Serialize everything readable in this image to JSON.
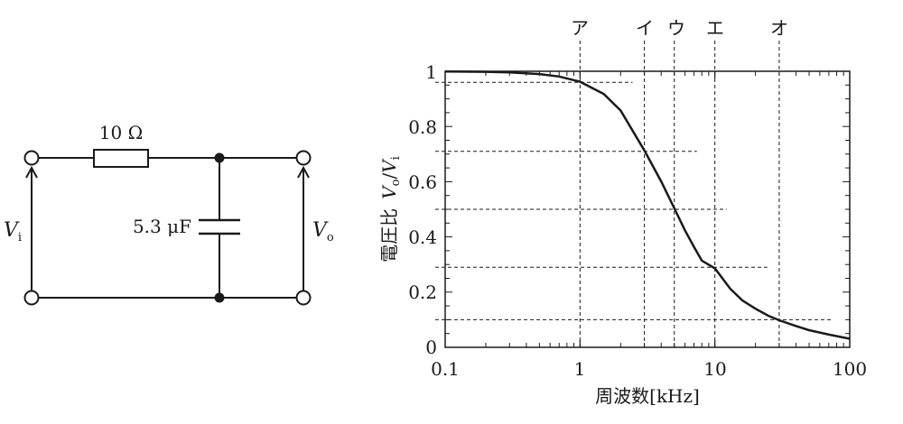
{
  "circuit": {
    "resistor_label": "10 Ω",
    "capacitor_label": "5.3 μF",
    "input_label": "V",
    "input_sub": "i",
    "output_label": "V",
    "output_sub": "o"
  },
  "chart_data": {
    "type": "line",
    "xscale": "log",
    "xlim": [
      0.1,
      100
    ],
    "ylim": [
      0,
      1
    ],
    "xticks": [
      "0.1",
      "1",
      "10",
      "100"
    ],
    "yticks": [
      "0",
      "0.2",
      "0.4",
      "0.6",
      "0.8",
      "1"
    ],
    "xlabel": "周波数[kHz]",
    "ylabel": {
      "prefix": "電圧比",
      "num": "V",
      "num_sub": "o",
      "slash": "/",
      "den": "V",
      "den_sub": "i"
    },
    "series": [
      {
        "x": [
          0.1,
          0.2,
          0.3,
          0.5,
          0.7,
          1,
          1.5,
          2,
          3,
          4,
          5,
          6,
          7,
          8,
          10,
          13,
          16,
          20,
          25,
          30,
          40,
          50,
          70,
          100
        ],
        "y": [
          0.999,
          0.998,
          0.996,
          0.99,
          0.981,
          0.962,
          0.918,
          0.858,
          0.713,
          0.601,
          0.504,
          0.424,
          0.364,
          0.314,
          0.286,
          0.212,
          0.17,
          0.14,
          0.114,
          0.098,
          0.077,
          0.062,
          0.046,
          0.031
        ]
      }
    ],
    "annotations": [
      {
        "label": "ア",
        "x": 1,
        "y": 0.96
      },
      {
        "label": "イ",
        "x": 3,
        "y": 0.71
      },
      {
        "label": "ウ",
        "x": 5,
        "y": 0.5
      },
      {
        "label": "エ",
        "x": 10,
        "y": 0.29
      },
      {
        "label": "オ",
        "x": 30,
        "y": 0.1
      }
    ]
  }
}
